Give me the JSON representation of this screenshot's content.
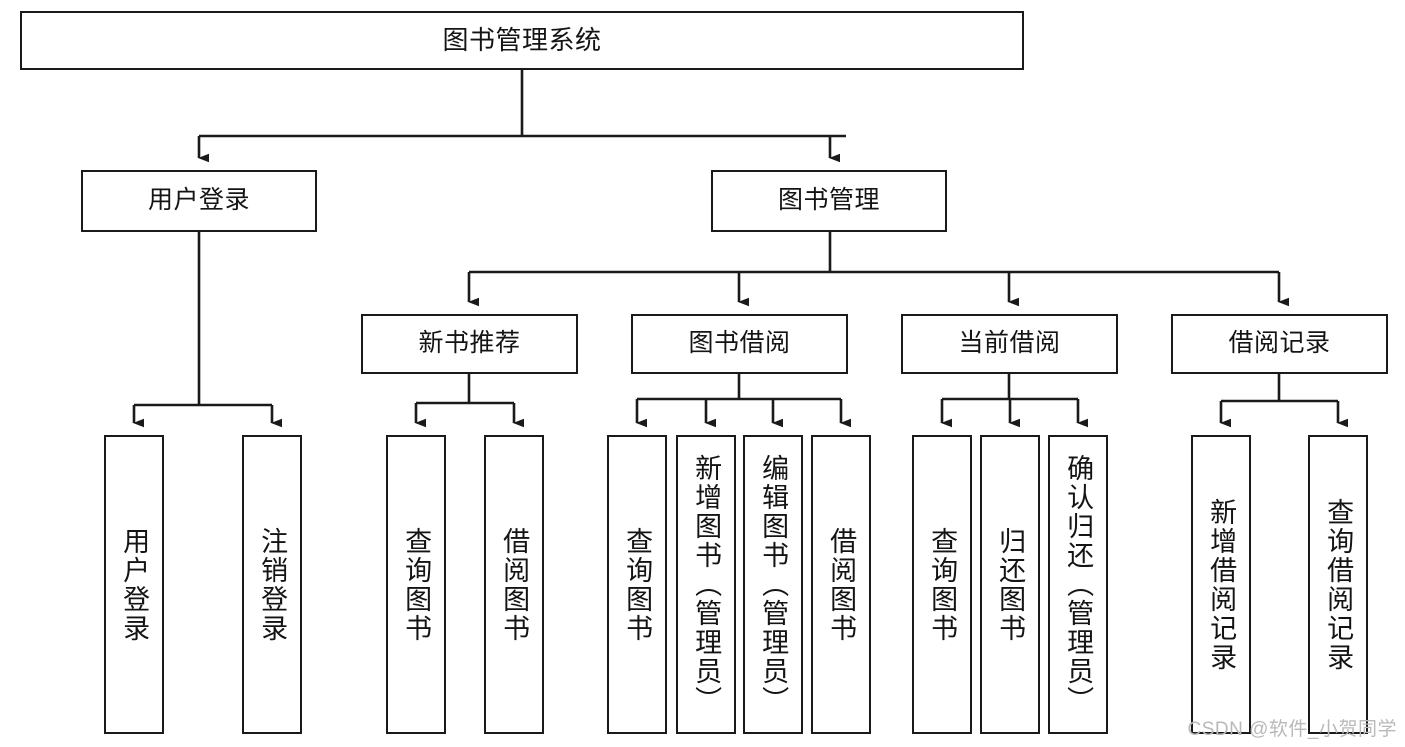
{
  "diagram": {
    "title": "图书管理系统",
    "type": "hierarchy-tree",
    "root": {
      "label": "图书管理系统"
    },
    "level2": [
      {
        "label": "用户登录"
      },
      {
        "label": "图书管理"
      }
    ],
    "level3": [
      {
        "label": "新书推荐"
      },
      {
        "label": "图书借阅"
      },
      {
        "label": "当前借阅"
      },
      {
        "label": "借阅记录"
      }
    ],
    "leaves": {
      "user_login": [
        {
          "label": "用户登录"
        },
        {
          "label": "注销登录"
        }
      ],
      "new_book_recommend": [
        {
          "label": "查询图书"
        },
        {
          "label": "借阅图书"
        }
      ],
      "book_borrow": [
        {
          "label": "查询图书"
        },
        {
          "label": "新增图书（管理员）"
        },
        {
          "label": "编辑图书（管理员）"
        },
        {
          "label": "借阅图书"
        }
      ],
      "current_borrow": [
        {
          "label": "查询图书"
        },
        {
          "label": "归还图书"
        },
        {
          "label": "确认归还（管理员）"
        }
      ],
      "borrow_record": [
        {
          "label": "新增借阅记录"
        },
        {
          "label": "查询借阅记录"
        }
      ]
    },
    "watermark": "CSDN @软件_小贺同学",
    "colors": {
      "stroke": "#1a1a1a",
      "fill": "#ffffff",
      "text": "#141414",
      "watermark": "#b9b9b9"
    }
  }
}
